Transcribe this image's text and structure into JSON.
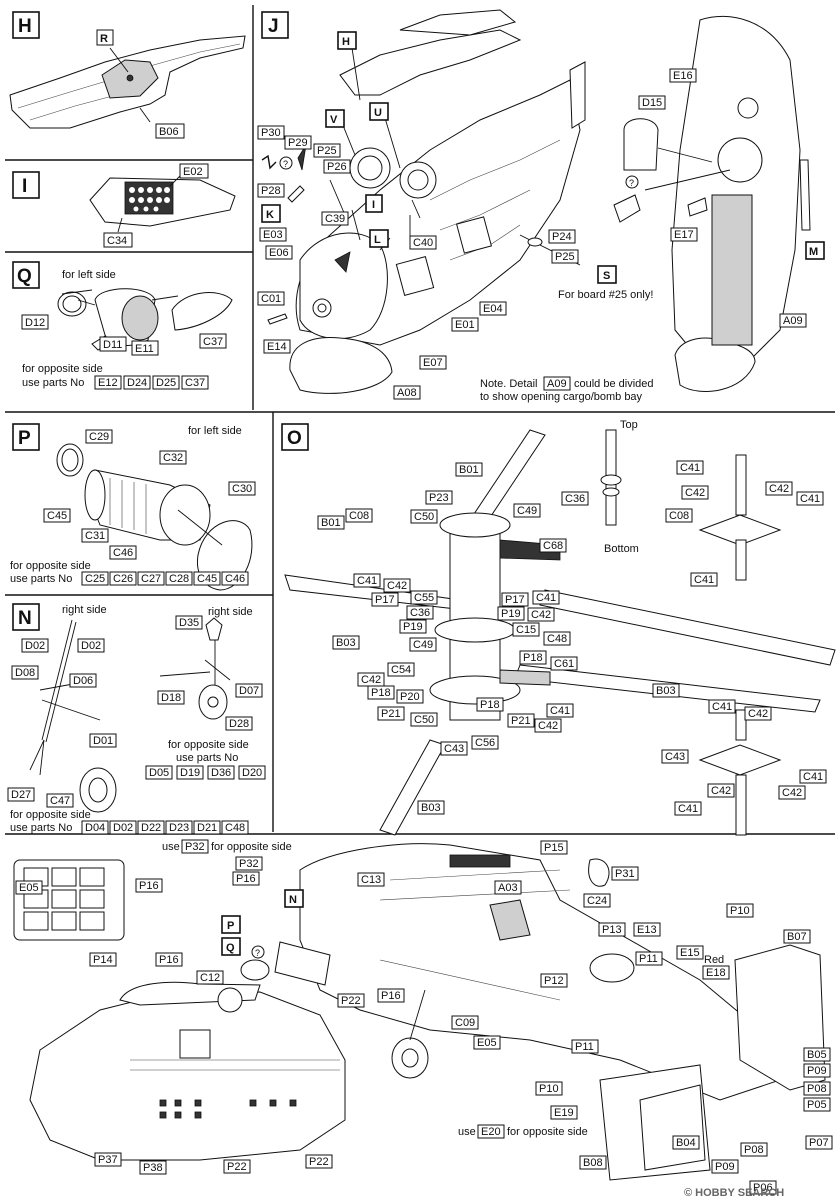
{
  "steps": {
    "H": {
      "letter": "H",
      "parts": [
        "R",
        "B06"
      ]
    },
    "I": {
      "letter": "I",
      "parts": [
        "E02",
        "C34"
      ]
    },
    "Q": {
      "letter": "Q",
      "side_note": "for left side",
      "parts": [
        "D12",
        "D11",
        "E11",
        "C37"
      ],
      "opposite_text": "for opposite side",
      "opposite_prefix": "use parts No",
      "opposite_parts": [
        "E12",
        "D24",
        "D25",
        "C37"
      ]
    },
    "J": {
      "letter": "J",
      "callouts": [
        "H",
        "V",
        "U",
        "P30",
        "P29",
        "P25",
        "P26",
        "P28",
        "K",
        "C39",
        "I",
        "E03",
        "L",
        "C40",
        "P24",
        "P25",
        "E06",
        "E04",
        "C01",
        "E01",
        "E14",
        "E07",
        "A08",
        "D15",
        "E16",
        "E17",
        "A09",
        "S",
        "M"
      ],
      "qmark": "?",
      "board_note": "For board #25 only!",
      "note_pre": "Note. Detail",
      "note_ref": "A09",
      "note_post": "could be divided",
      "note_line2": "to show opening cargo/bomb bay"
    },
    "P": {
      "letter": "P",
      "side_note": "for left side",
      "parts": [
        "C29",
        "C32",
        "C30",
        "C45",
        "C31",
        "C46"
      ],
      "opposite_text": "for opposite side",
      "opposite_prefix": "use parts No",
      "opposite_parts": [
        "C25",
        "C26",
        "C27",
        "C28",
        "C45",
        "C46"
      ]
    },
    "N": {
      "letter": "N",
      "side_left": "right side",
      "side_right": "right side",
      "parts": [
        "D02",
        "D02",
        "D08",
        "D06",
        "D01",
        "D27",
        "C47",
        "D35",
        "D18",
        "D07",
        "D28"
      ],
      "opposite_text_r": "for opposite side",
      "opposite_prefix_r": "use parts No",
      "opposite_parts_r": [
        "D05",
        "D19",
        "D36",
        "D20"
      ],
      "opposite_text_l": "for opposite side",
      "opposite_prefix_l": "use parts No",
      "opposite_parts_l": [
        "D04",
        "D02",
        "D22",
        "D23",
        "D21",
        "C48"
      ]
    },
    "O": {
      "letter": "O",
      "top": "Top",
      "bottom": "Bottom",
      "parts": [
        "B01",
        "C36",
        "C41",
        "C42",
        "C41",
        "C42",
        "C08",
        "C41",
        "C08",
        "C49",
        "C50",
        "P23",
        "C68",
        "B01",
        "C41",
        "C42",
        "P17",
        "C55",
        "P17",
        "C41",
        "C36",
        "P19",
        "C42",
        "P19",
        "C15",
        "C48",
        "B03",
        "C49",
        "P18",
        "C61",
        "C54",
        "C42",
        "P18",
        "P20",
        "P21",
        "C50",
        "P18",
        "P21",
        "C41",
        "C42",
        "C56",
        "C43",
        "B03",
        "B03",
        "C41",
        "C42",
        "C43",
        "C41",
        "C42",
        "C41",
        "C42"
      ]
    }
  },
  "bottom": {
    "use_p32_pre": "use",
    "use_p32_ref": "P32",
    "use_p32_post": "for opposite side",
    "parts": [
      "E05",
      "P16",
      "P32",
      "P16",
      "C13",
      "P15",
      "P31",
      "A03",
      "C24",
      "P13",
      "E13",
      "P10",
      "B07",
      "N",
      "P",
      "Q",
      "P11",
      "E15",
      "E18",
      "P14",
      "P16",
      "C12",
      "P22",
      "P12",
      "P16",
      "C09",
      "E05",
      "P11",
      "P10",
      "B05",
      "P09",
      "P08",
      "P05",
      "E19",
      "P08",
      "B04",
      "P09",
      "P07",
      "B08",
      "P37",
      "P38",
      "P22",
      "P22",
      "P06"
    ],
    "red_label": "Red",
    "use_e20_pre": "use",
    "use_e20_ref": "E20",
    "use_e20_post": "for opposite side",
    "qmark": "?"
  },
  "watermark": "© HOBBY SEARCH"
}
